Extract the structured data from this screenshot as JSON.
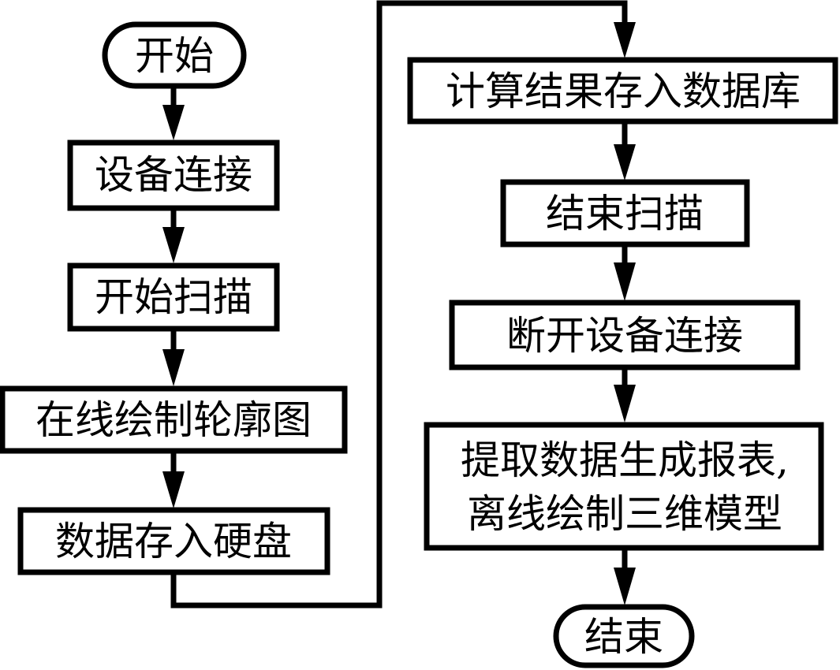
{
  "diagram": {
    "type": "flowchart",
    "colors": {
      "stroke": "#000000",
      "fill": "#ffffff",
      "text": "#000000"
    },
    "nodes": [
      {
        "id": "start",
        "shape": "terminal",
        "label": "开始"
      },
      {
        "id": "connect",
        "shape": "process",
        "label": "设备连接"
      },
      {
        "id": "scan",
        "shape": "process",
        "label": "开始扫描"
      },
      {
        "id": "draw-contour",
        "shape": "process",
        "label": "在线绘制轮廓图"
      },
      {
        "id": "save-disk",
        "shape": "process",
        "label": "数据存入硬盘"
      },
      {
        "id": "save-db",
        "shape": "process",
        "label": "计算结果存入数据库"
      },
      {
        "id": "end-scan",
        "shape": "process",
        "label": "结束扫描"
      },
      {
        "id": "disconnect",
        "shape": "process",
        "label": "断开设备连接"
      },
      {
        "id": "report",
        "shape": "process",
        "label_lines": [
          "提取数据生成报表,",
          "离线绘制三维模型"
        ]
      },
      {
        "id": "end",
        "shape": "terminal",
        "label": "结束"
      }
    ],
    "edges": [
      {
        "from": "start",
        "to": "connect"
      },
      {
        "from": "connect",
        "to": "scan"
      },
      {
        "from": "scan",
        "to": "draw-contour"
      },
      {
        "from": "draw-contour",
        "to": "save-disk"
      },
      {
        "from": "save-disk",
        "to": "save-db"
      },
      {
        "from": "save-db",
        "to": "end-scan"
      },
      {
        "from": "end-scan",
        "to": "disconnect"
      },
      {
        "from": "disconnect",
        "to": "report"
      },
      {
        "from": "report",
        "to": "end"
      }
    ]
  }
}
